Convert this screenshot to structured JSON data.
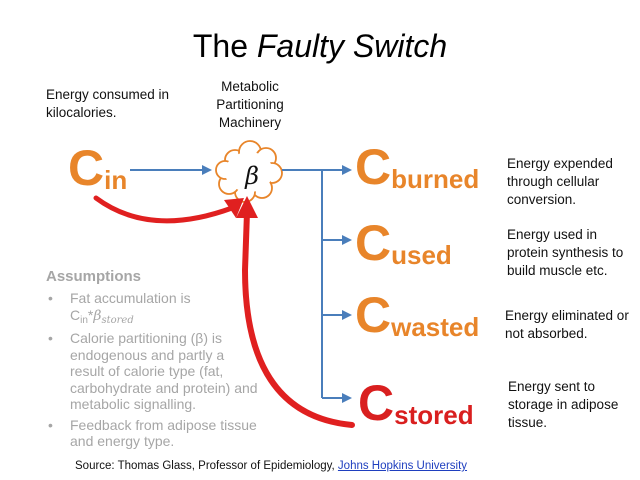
{
  "title": {
    "prefix": "The ",
    "emphasis": "Faulty Switch"
  },
  "energy_in_note": "Energy consumed in kilocalories.",
  "machinery_note": "Metabolic Partitioning Machinery",
  "beta_symbol": "β",
  "inputs": {
    "letter": "C",
    "subscript": "in",
    "color": "#e8852a"
  },
  "outputs": [
    {
      "letter": "C",
      "subscript": "burned",
      "color": "#e8852a",
      "note": "Energy expended through cellular conversion."
    },
    {
      "letter": "C",
      "subscript": "used",
      "color": "#e8852a",
      "note": "Energy used in protein synthesis to build muscle etc."
    },
    {
      "letter": "C",
      "subscript": "wasted",
      "color": "#e8852a",
      "note": "Energy eliminated or not absorbed."
    },
    {
      "letter": "C",
      "subscript": "stored",
      "color": "#d91f1f",
      "note": "Energy sent to storage in adipose tissue."
    }
  ],
  "assumptions": {
    "heading": "Assumptions",
    "item1_text": "Fat accumulation is",
    "item1_formula_c": "C",
    "item1_formula_in": "in",
    "item1_formula_op": "*",
    "item1_formula_beta": "β",
    "item1_formula_stored": "stored",
    "item2": "Calorie partitioning (β) is endogenous and partly a result of calorie type (fat, carbohydrate and protein) and metabolic signalling.",
    "item3": "Feedback from adipose tissue and energy type."
  },
  "source": {
    "text": "Source: Thomas Glass, Professor of Epidemiology,",
    "link": "Johns Hopkins University"
  },
  "colors": {
    "arrow_blue": "#4a7ebb",
    "feedback_red": "#e02020",
    "orange": "#e8852a",
    "red": "#d91f1f",
    "gray": "#a6a6a6",
    "link": "#1f3fbf"
  }
}
